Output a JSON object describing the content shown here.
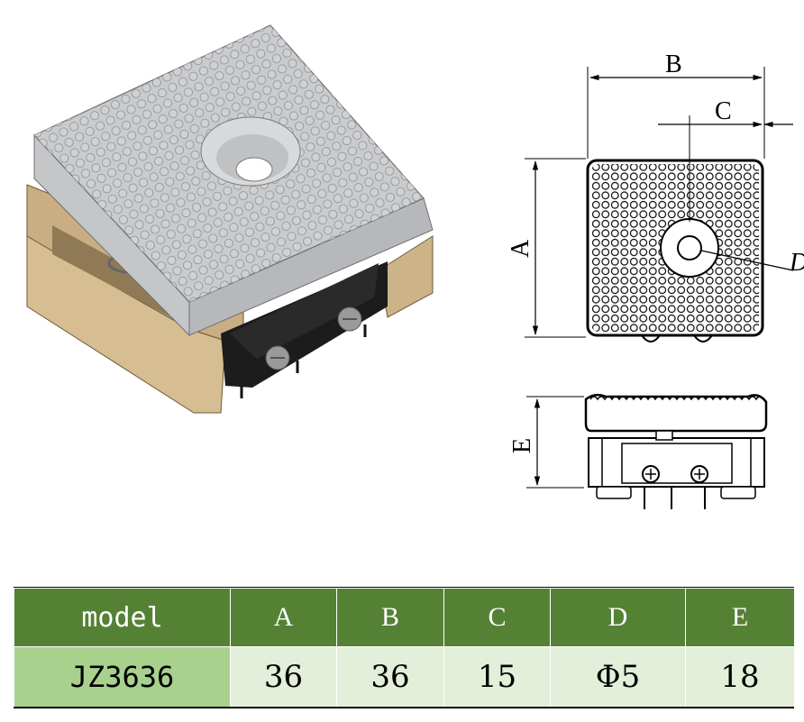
{
  "drawing": {
    "label_a": "A",
    "label_b": "B",
    "label_c": "C",
    "label_d": "D",
    "label_e": "E"
  },
  "table": {
    "headers": [
      "model",
      "A",
      "B",
      "C",
      "D",
      "E"
    ],
    "row": [
      "JZ3636",
      "36",
      "36",
      "15",
      "Φ5",
      "18"
    ]
  },
  "colors": {
    "header_green": "#558135",
    "model_cell_green": "#a9d18e",
    "value_cell_green": "#e3efd9"
  }
}
